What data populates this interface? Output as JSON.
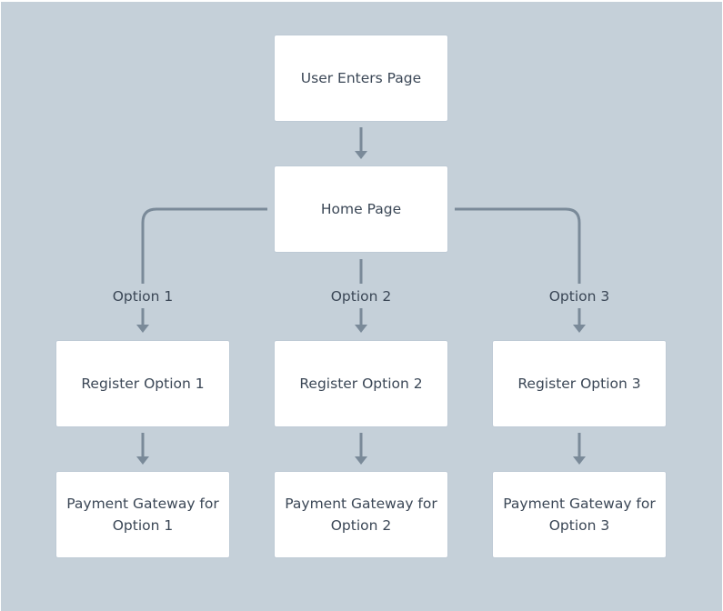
{
  "nodes": {
    "start": "User Enters Page",
    "home": "Home Page",
    "register1": "Register Option 1",
    "register2": "Register Option 2",
    "register3": "Register Option 3",
    "payment1": "Payment Gateway for Option 1",
    "payment2": "Payment Gateway for Option 2",
    "payment3": "Payment Gateway for Option 3"
  },
  "edge_labels": {
    "option1": "Option 1",
    "option2": "Option 2",
    "option3": "Option 3"
  },
  "colors": {
    "background": "#c5d0d9",
    "node_fill": "#ffffff",
    "connector": "#7a8a99",
    "text": "#3b4756"
  }
}
